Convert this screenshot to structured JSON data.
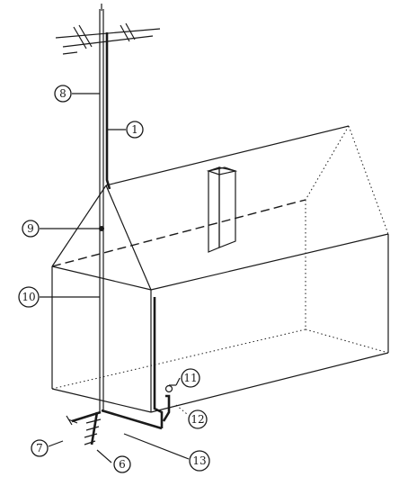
{
  "callouts": {
    "c1": "1",
    "c6": "6",
    "c7": "7",
    "c8": "8",
    "c9": "9",
    "c10": "10",
    "c11": "11",
    "c12": "12",
    "c13": "13"
  }
}
